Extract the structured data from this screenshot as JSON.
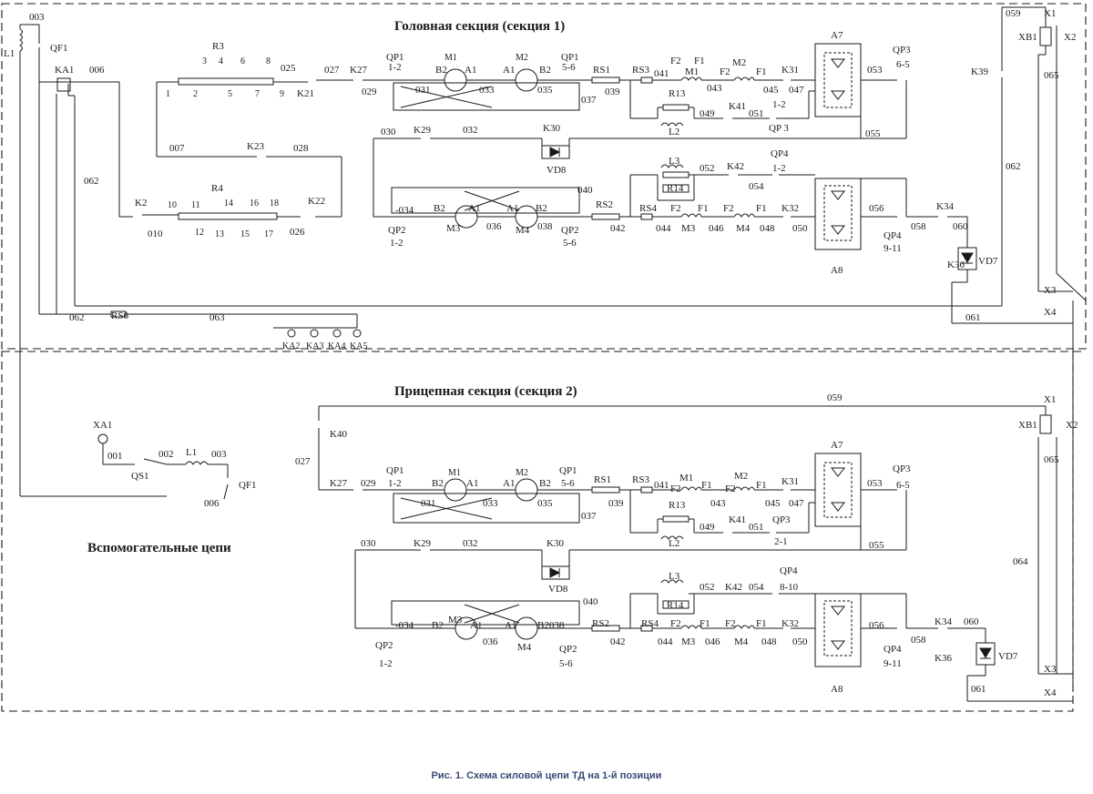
{
  "title_section1": "Головная секция (секция 1)",
  "title_section2": "Прицепная секция (секция 2)",
  "title_aux": "Вспомогательные цепи",
  "caption": "Рис. 1. Схема силовой цепи ТД на 1-й позиции",
  "colors": {
    "ink": "#1a1a1a",
    "caption": "#3a4a78",
    "paper": "#ffffff"
  },
  "labels": {
    "s1_003": "003",
    "s1_L1": "L1",
    "s1_QF1": "QF1",
    "s1_KA1": "KA1",
    "s1_006": "006",
    "s1_R3": "R3",
    "s1_r3_3": "3",
    "s1_r3_4": "4",
    "s1_r3_6": "6",
    "s1_r3_8": "8",
    "s1_r3_1": "1",
    "s1_r3_2": "2",
    "s1_r3_5": "5",
    "s1_r3_7": "7",
    "s1_r3_9": "9",
    "s1_025": "025",
    "s1_027": "027",
    "s1_K27": "K27",
    "s1_K21": "K21",
    "s1_029": "029",
    "s1_QP1a": "QP1",
    "s1_QP1a_n": "1-2",
    "s1_M1": "M1",
    "s1_B2a": "B2",
    "s1_A1a": "A1",
    "s1_M2": "M2",
    "s1_A1b": "A1",
    "s1_B2b": "B2",
    "s1_QP1b": "QP1",
    "s1_QP1b_n": "5-6",
    "s1_031": "031",
    "s1_033": "033",
    "s1_035": "035",
    "s1_037": "037",
    "s1_RS1": "RS1",
    "s1_039": "039",
    "s1_RS3": "RS3",
    "s1_041": "041",
    "s1_F2a": "F2",
    "s1_F1a": "F1",
    "s1_M1b": "M1",
    "s1_043": "043",
    "s1_F2b": "F2",
    "s1_M2b": "M2",
    "s1_F1b": "F1",
    "s1_K31": "K31",
    "s1_045": "045",
    "s1_047": "047",
    "s1_A7": "A7",
    "s1_053": "053",
    "s1_QP3": "QP3",
    "s1_QP3_n": "6-5",
    "s1_R13": "R13",
    "s1_049": "049",
    "s1_K41": "K41",
    "s1_051": "051",
    "s1_12": "1-2",
    "s1_L2": "L2",
    "s1_QP3b": "QP 3",
    "s1_055": "055",
    "s1_030": "030",
    "s1_K29": "K29",
    "s1_032": "032",
    "s1_K30": "K30",
    "s1_VD8": "VD8",
    "s1_007": "007",
    "s1_K23": "K23",
    "s1_028": "028",
    "s1_062a": "062",
    "s1_R4": "R4",
    "s1_K2": "K2",
    "s1_r4_10": "10",
    "s1_r4_11": "11",
    "s1_r4_14": "14",
    "s1_r4_16": "16",
    "s1_r4_18": "18",
    "s1_K22": "K22",
    "s1_010": "010",
    "s1_r4_12": "12",
    "s1_r4_13": "13",
    "s1_r4_15": "15",
    "s1_r4_17": "17",
    "s1_026": "026",
    "s1_L3": "L3",
    "s1_052": "052",
    "s1_K42": "K42",
    "s1_QP4": "QP4",
    "s1_QP4_n": "1-2",
    "s1_R14": "R14",
    "s1_054": "054",
    "s1_040": "040",
    "s1_034": "-034",
    "s1_B2c": "B2",
    "s1_A1c": "A1",
    "s1_A1d": "A1",
    "s1_B2d": "B2",
    "s1_M3": "M3",
    "s1_036": "036",
    "s1_M4": "M4",
    "s1_038": "038",
    "s1_QP2a": "QP2",
    "s1_QP2a_n": "1-2",
    "s1_QP2b": "QP2",
    "s1_QP2b_n": "5-6",
    "s1_RS2": "RS2",
    "s1_042": "042",
    "s1_RS4": "RS4",
    "s1_044": "044",
    "s1_F2c": "F2",
    "s1_F1c": "F1",
    "s1_M3b": "M3",
    "s1_046": "046",
    "s1_F2d": "F2",
    "s1_M4b": "M4",
    "s1_F1d": "F1",
    "s1_048": "048",
    "s1_K32": "K32",
    "s1_050": "050",
    "s1_A8": "A8",
    "s1_056": "056",
    "s1_058": "058",
    "s1_QP4b": "QP4",
    "s1_QP4b_n": "9-11",
    "s1_K34": "K34",
    "s1_060": "060",
    "s1_VD7": "VD7",
    "s1_K36": "K36",
    "s1_061": "061",
    "s1_059": "059",
    "s1_X1": "X1",
    "s1_XB1": "XB1",
    "s1_X2": "X2",
    "s1_065": "065",
    "s1_K39": "K39",
    "s1_062b": "062",
    "s1_X3": "X3",
    "s1_X4": "X4",
    "s1_062c": "062",
    "s1_RS6": "RS6",
    "s1_063": "063",
    "s1_KA2": "KA2",
    "s1_KA3": "KA3",
    "s1_KA4": "KA4",
    "s1_KA5": "KA5",
    "aux_XA1": "XA1",
    "aux_001": "001",
    "aux_002": "002",
    "aux_L1": "L1",
    "aux_003": "003",
    "aux_QS1": "QS1",
    "aux_QF1": "QF1",
    "aux_006": "006",
    "s2_059": "059",
    "s2_K40": "K40",
    "s2_027": "027",
    "s2_K27": "K27",
    "s2_029": "029",
    "s2_QP1a": "QP1",
    "s2_QP1a_n": "1-2",
    "s2_B2a": "B2",
    "s2_M1": "M1",
    "s2_A1a": "A1",
    "s2_M2": "M2",
    "s2_A1b": "A1",
    "s2_B2b": "B2",
    "s2_QP1b": "QP1",
    "s2_QP1b_n": "5-6",
    "s2_031": "031",
    "s2_033": "033",
    "s2_035": "035",
    "s2_037": "037",
    "s2_RS1": "RS1",
    "s2_039": "039",
    "s2_RS3": "RS3",
    "s2_041": "041",
    "s2_M1b": "M1",
    "s2_F1a": "F1",
    "s2_043": "043",
    "s2_M2b": "M2",
    "s2_F1b": "F1",
    "s2_K31": "K31",
    "s2_045": "045",
    "s2_047": "047",
    "s2_A7": "A7",
    "s2_053": "053",
    "s2_QP3": "QP3",
    "s2_QP3_n": "6-5",
    "s2_R13": "R13",
    "s2_049": "049",
    "s2_K41": "K41",
    "s2_051": "051",
    "s2_QP3b": "QP3",
    "s2_21": "2-1",
    "s2_L2": "L2",
    "s2_055": "055",
    "s2_030": "030",
    "s2_K29": "K29",
    "s2_032": "032",
    "s2_K30": "K30",
    "s2_VD8": "VD8",
    "s2_L3": "L3",
    "s2_052": "052",
    "s2_K42": "K42",
    "s2_054": "054",
    "s2_QP4": "QP4",
    "s2_QP4_n": "8-10",
    "s2_R14": "R14",
    "s2_040": "040",
    "s2_034": "-034",
    "s2_B2c": "B2",
    "s2_M3": "M3",
    "s2_A1c": "A1",
    "s2_A1d": "A1",
    "s2_B2038": "B2038",
    "s2_036": "036",
    "s2_M4": "M4",
    "s2_QP2a": "QP2",
    "s2_QP2a_n": "1-2",
    "s2_QP2b": "QP2",
    "s2_QP2b_n": "5-6",
    "s2_RS2": "RS2",
    "s2_042": "042",
    "s2_RS4": "RS4",
    "s2_F2c": "F2",
    "s2_F1c": "F1",
    "s2_044": "044",
    "s2_M3b": "M3",
    "s2_046": "046",
    "s2_F2d": "F2",
    "s2_F1d": "F1",
    "s2_M4b": "M4",
    "s2_048": "048",
    "s2_K32": "K32",
    "s2_050": "050",
    "s2_A8": "A8",
    "s2_056": "056",
    "s2_058": "058",
    "s2_QP4b": "QP4",
    "s2_QP4b_n": "9-11",
    "s2_K34": "K34",
    "s2_060": "060",
    "s2_VD7": "VD7",
    "s2_K36": "K36",
    "s2_061": "061",
    "s2_X1": "X1",
    "s2_XB1": "XB1",
    "s2_X2": "X2",
    "s2_065": "065",
    "s2_064": "064",
    "s2_X3": "X3",
    "s2_X4": "X4",
    "s2_F2a": "F2",
    "s2_F2b": "F2"
  }
}
